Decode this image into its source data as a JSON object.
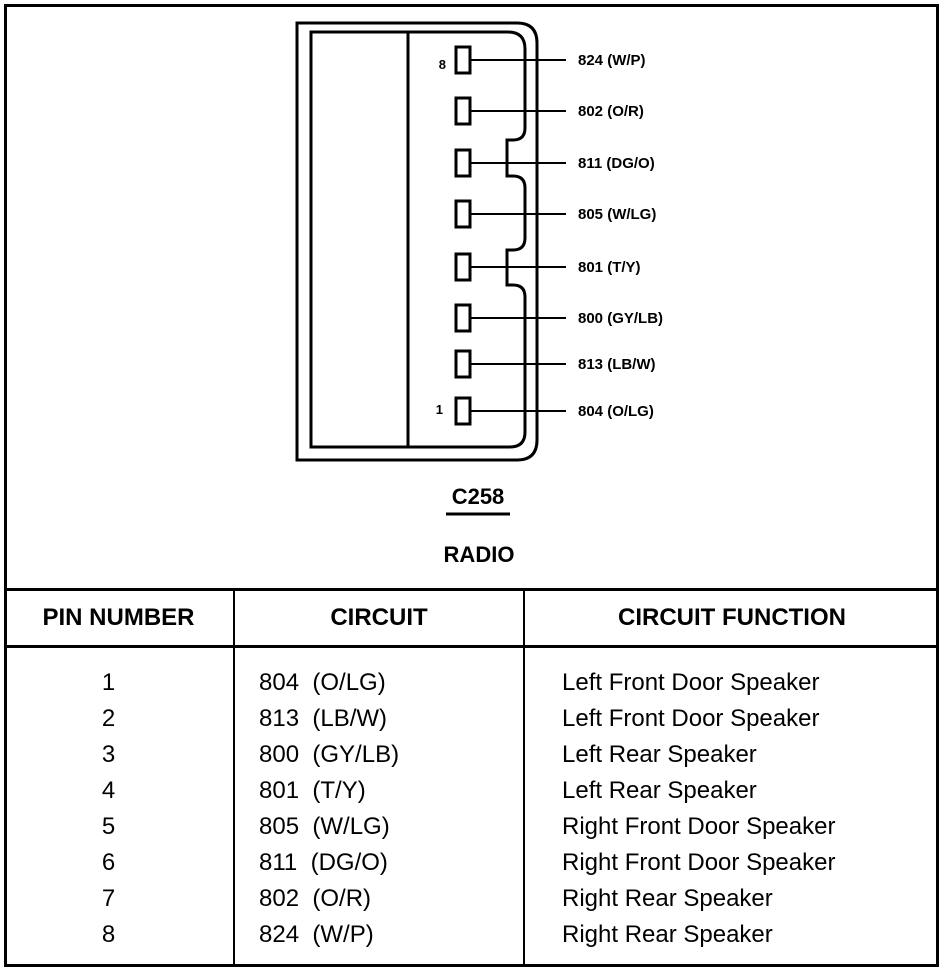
{
  "connector": {
    "id": "C258",
    "name": "RADIO",
    "pin_top_label": "8",
    "pin_bottom_label": "1",
    "wires": [
      "824 (W/P)",
      "802 (O/R)",
      "811 (DG/O)",
      "805 (W/LG)",
      "801 (T/Y)",
      "800 (GY/LB)",
      "813 (LB/W)",
      "804 (O/LG)"
    ]
  },
  "table": {
    "headers": [
      "PIN NUMBER",
      "CIRCUIT",
      "CIRCUIT FUNCTION"
    ],
    "rows": [
      {
        "pin": "1",
        "circuit": "804  (O/LG)",
        "function": "Left Front Door Speaker"
      },
      {
        "pin": "2",
        "circuit": "813  (LB/W)",
        "function": "Left Front Door Speaker"
      },
      {
        "pin": "3",
        "circuit": "800  (GY/LB)",
        "function": "Left Rear Speaker"
      },
      {
        "pin": "4",
        "circuit": "801  (T/Y)",
        "function": "Left Rear Speaker"
      },
      {
        "pin": "5",
        "circuit": "805  (W/LG)",
        "function": "Right Front Door Speaker"
      },
      {
        "pin": "6",
        "circuit": "811  (DG/O)",
        "function": "Right Front Door Speaker"
      },
      {
        "pin": "7",
        "circuit": "802  (O/R)",
        "function": "Right Rear Speaker"
      },
      {
        "pin": "8",
        "circuit": "824  (W/P)",
        "function": "Right Rear Speaker"
      }
    ]
  }
}
